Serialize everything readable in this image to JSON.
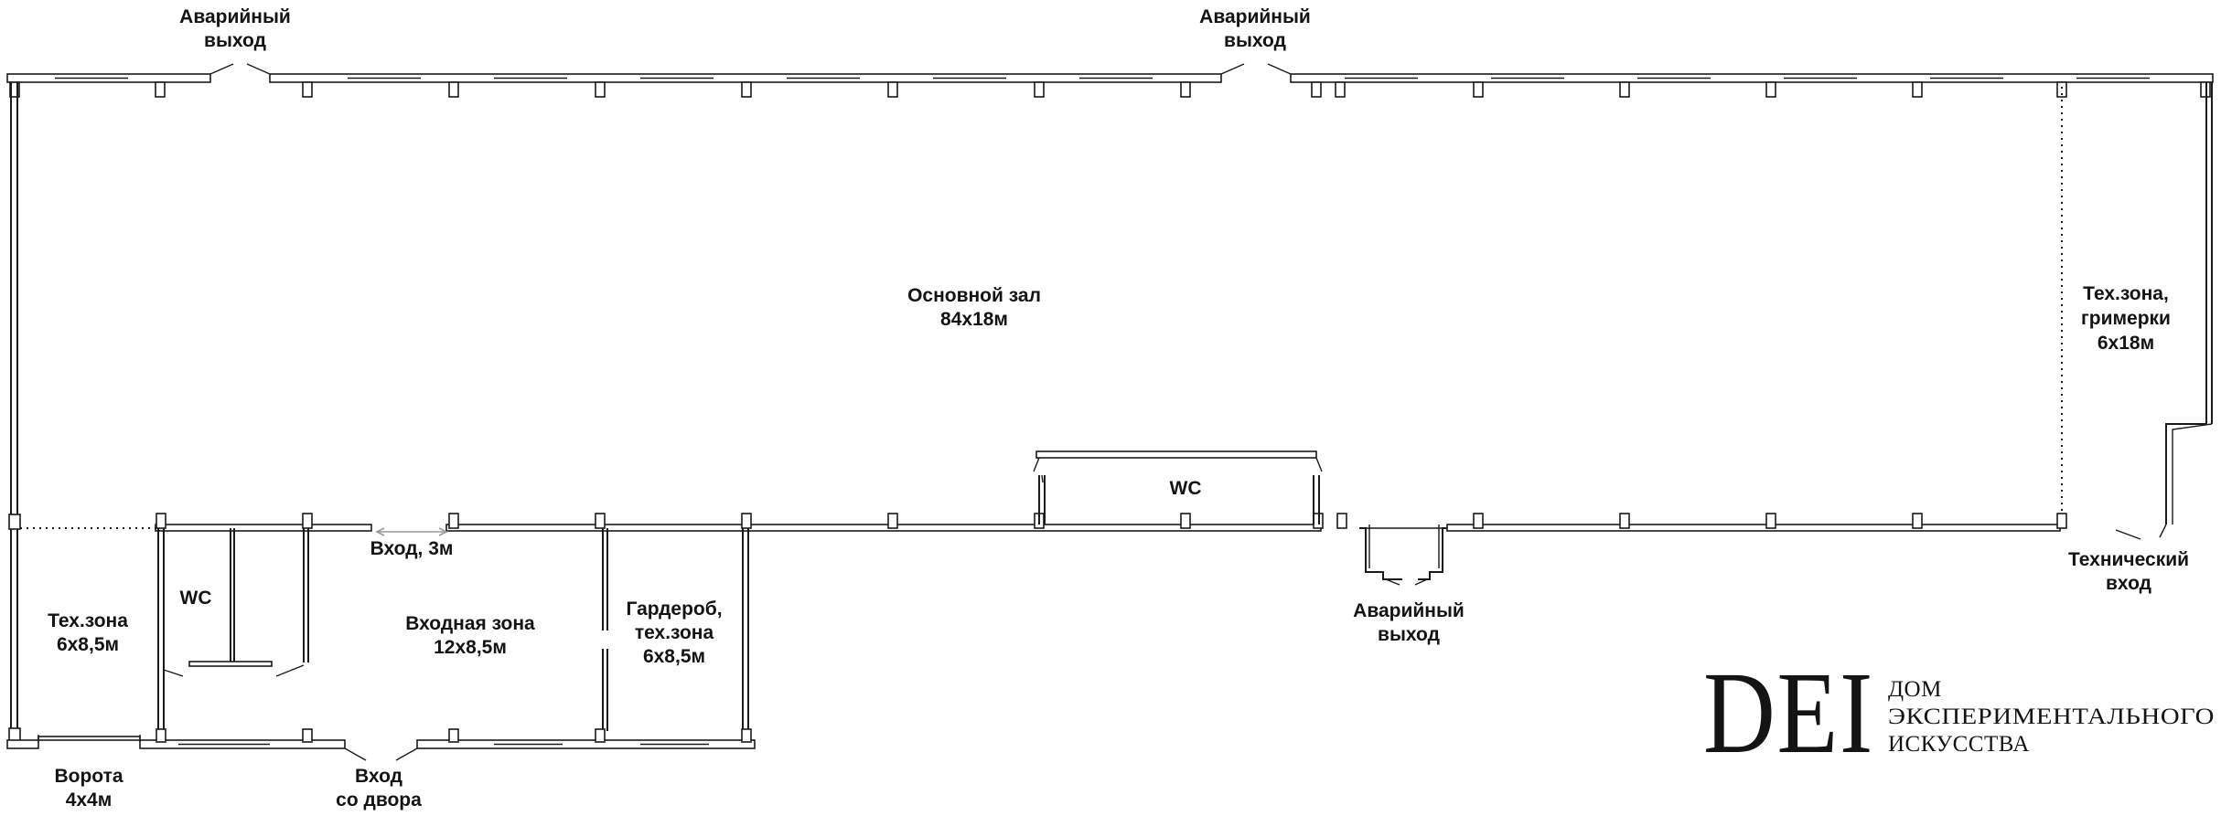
{
  "labels": {
    "main_hall_name": "Основной зал",
    "main_hall_size": "84x18м",
    "emergency_exit_1_a": "Аварийный",
    "emergency_exit_1_b": "выход",
    "emergency_exit_2_a": "Аварийный",
    "emergency_exit_2_b": "выход",
    "emergency_exit_3_a": "Аварийный",
    "emergency_exit_3_b": "выход",
    "tech_dressing_a": "Тех.зона,",
    "tech_dressing_b": "гримерки",
    "tech_dressing_c": "6x18м",
    "tech_entrance_a": "Технический",
    "tech_entrance_b": "вход",
    "wc_center": "WC",
    "wc_left": "WC",
    "entrance_3m": "Вход, 3м",
    "tech_zone_left_a": "Тех.зона",
    "tech_zone_left_b": "6x8,5м",
    "entry_zone_a": "Входная зона",
    "entry_zone_b": "12x8,5м",
    "wardrobe_a": "Гардероб,",
    "wardrobe_b": "тех.зона",
    "wardrobe_c": "6x8,5м",
    "gate_a": "Ворота",
    "gate_b": "4x4м",
    "yard_entrance_a": "Вход",
    "yard_entrance_b": "со двора"
  },
  "logo": {
    "mark": "DEI",
    "line1": "ДОМ",
    "line2": "ЭКСПЕРИМЕНТАЛЬНОГО",
    "line3": "ИСКУССТВА"
  }
}
